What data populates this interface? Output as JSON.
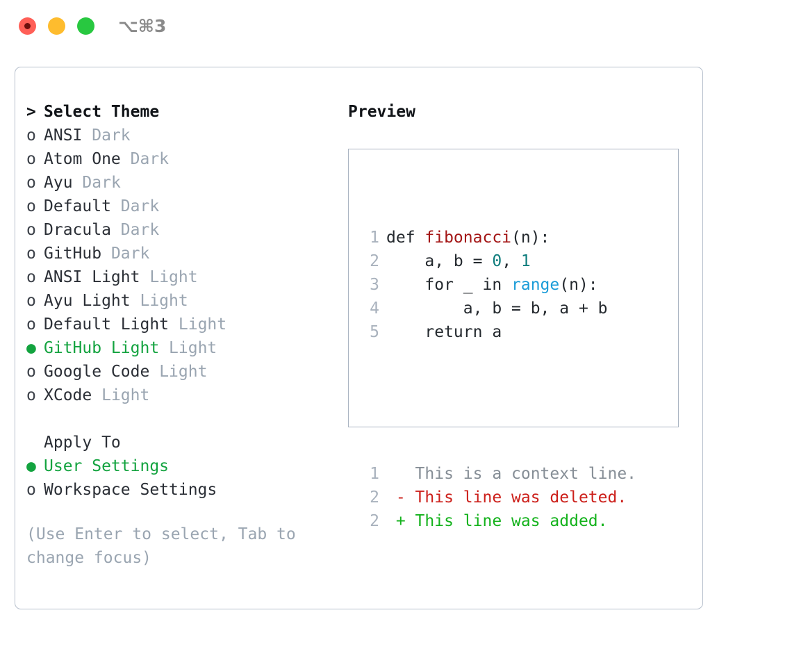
{
  "titlebar": {
    "shortcut": "⌥⌘3",
    "buttons": [
      {
        "name": "close",
        "color": "#ff5f57"
      },
      {
        "name": "minimize",
        "color": "#febc2e"
      },
      {
        "name": "maximize",
        "color": "#28c840"
      }
    ]
  },
  "theme_picker": {
    "prompt_marker": ">",
    "header": "Select Theme",
    "radio_empty": "o",
    "radio_filled": "●",
    "items": [
      {
        "marker": "o",
        "label": "ANSI",
        "suffix": "Dark",
        "selected": false
      },
      {
        "marker": "o",
        "label": "Atom One",
        "suffix": "Dark",
        "selected": false
      },
      {
        "marker": "o",
        "label": "Ayu",
        "suffix": "Dark",
        "selected": false
      },
      {
        "marker": "o",
        "label": "Default",
        "suffix": "Dark",
        "selected": false
      },
      {
        "marker": "o",
        "label": "Dracula",
        "suffix": "Dark",
        "selected": false
      },
      {
        "marker": "o",
        "label": "GitHub",
        "suffix": "Dark",
        "selected": false
      },
      {
        "marker": "o",
        "label": "ANSI Light",
        "suffix": "Light",
        "selected": false
      },
      {
        "marker": "o",
        "label": "Ayu Light",
        "suffix": "Light",
        "selected": false
      },
      {
        "marker": "o",
        "label": "Default Light",
        "suffix": "Light",
        "selected": false
      },
      {
        "marker": "●",
        "label": "GitHub Light",
        "suffix": "Light",
        "selected": true
      },
      {
        "marker": "o",
        "label": "Google Code",
        "suffix": "Light",
        "selected": false
      },
      {
        "marker": "o",
        "label": "XCode",
        "suffix": "Light",
        "selected": false
      }
    ]
  },
  "apply_to": {
    "header": "Apply To",
    "items": [
      {
        "marker": "●",
        "label": "User Settings",
        "selected": true
      },
      {
        "marker": "o",
        "label": "Workspace Settings",
        "selected": false
      }
    ]
  },
  "hint": "(Use Enter to select, Tab to\nchange focus)",
  "preview": {
    "title": "Preview",
    "code_lines": [
      {
        "no": "1",
        "tokens": [
          {
            "t": "def ",
            "c": "plain"
          },
          {
            "t": "fibonacci",
            "c": "fn"
          },
          {
            "t": "(n):",
            "c": "plain"
          }
        ]
      },
      {
        "no": "2",
        "tokens": [
          {
            "t": "    a, b = ",
            "c": "plain"
          },
          {
            "t": "0",
            "c": "num"
          },
          {
            "t": ", ",
            "c": "plain"
          },
          {
            "t": "1",
            "c": "num"
          }
        ]
      },
      {
        "no": "3",
        "tokens": [
          {
            "t": "    for _ in ",
            "c": "plain"
          },
          {
            "t": "range",
            "c": "call"
          },
          {
            "t": "(n):",
            "c": "plain"
          }
        ]
      },
      {
        "no": "4",
        "tokens": [
          {
            "t": "        a, b = b, a + b",
            "c": "plain"
          }
        ]
      },
      {
        "no": "5",
        "tokens": [
          {
            "t": "    return a",
            "c": "plain"
          }
        ]
      }
    ],
    "diff_lines": [
      {
        "no": "1",
        "tokens": [
          {
            "t": "   This is a context line.",
            "c": "ctx"
          }
        ]
      },
      {
        "no": "2",
        "tokens": [
          {
            "t": " - This line was deleted.",
            "c": "del"
          }
        ]
      },
      {
        "no": "2",
        "tokens": [
          {
            "t": " + This line was added.",
            "c": "add"
          }
        ]
      }
    ]
  },
  "colors": {
    "accent_green": "#13a33f",
    "muted": "#9aa5b1",
    "text": "#2b2f36",
    "border": "#b6bfcc",
    "preview_border": "#aab4c2",
    "syntax_function": "#a31515",
    "syntax_number": "#0f7d7d",
    "syntax_call": "#1b9cd8",
    "diff_context": "#868e96",
    "diff_deleted": "#cc1f1a",
    "diff_added": "#14b21c"
  }
}
